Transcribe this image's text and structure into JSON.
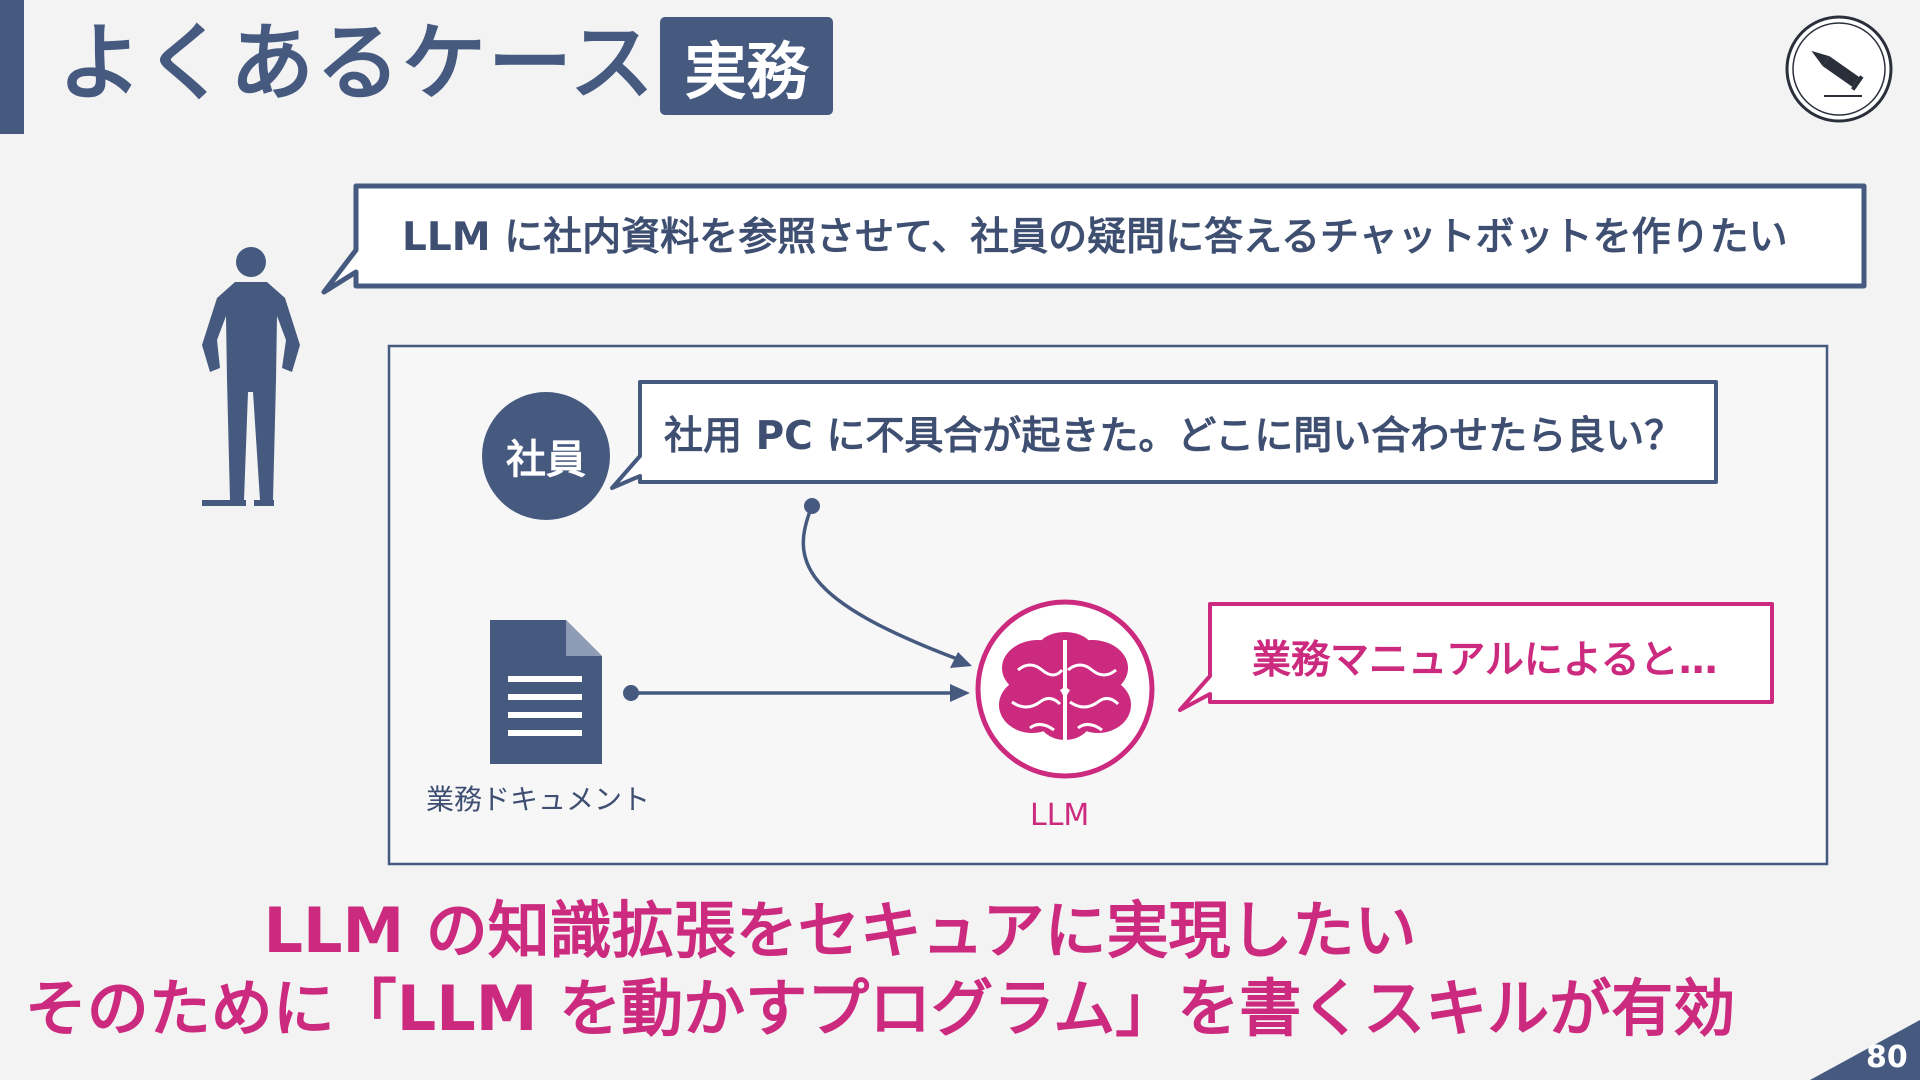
{
  "header": {
    "title": "よくあるケース",
    "badge": "実務"
  },
  "scenario": {
    "speaker_request": "LLM に社内資料を参照させて、社員の疑問に答えるチャットボットを作りたい",
    "employee_label": "社員",
    "employee_question": "社用 PC に不具合が起きた。どこに問い合わせたら良い？",
    "document_label": "業務ドキュメント",
    "llm_label": "LLM",
    "llm_answer": "業務マニュアルによると…"
  },
  "conclusion": {
    "line1": "LLM の知識拡張をセキュアに実現したい",
    "line2": "そのために「LLM を動かすプログラム」を書くスキルが有効"
  },
  "footer": {
    "page_number": "80"
  },
  "colors": {
    "navy": "#465a80",
    "magenta": "#cc2a7e",
    "background": "#f3f3f4"
  },
  "icons": {
    "presenter": "person-silhouette-icon",
    "document": "document-icon",
    "llm": "brain-icon",
    "logo": "bullet-icon"
  }
}
